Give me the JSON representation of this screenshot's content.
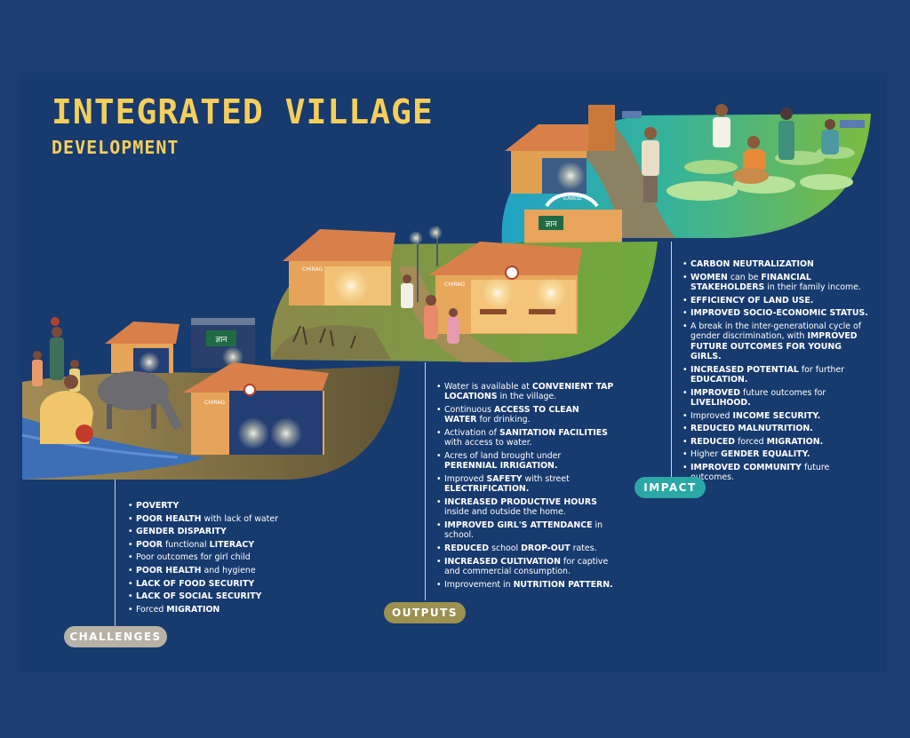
{
  "title": {
    "line1": "INTEGRATED VILLAGE",
    "line2": "DEVELOPMENT"
  },
  "signs": {
    "school_board": "ज्ञान",
    "school_board_2": "ज्ञान",
    "house_sign_1": "CHIRAG",
    "house_sign_2": "CHIRAG",
    "house_sign_3": "CHIRAG",
    "arch_sign": "SUNRISE"
  },
  "challenges": {
    "label": "CHALLENGES",
    "items": [
      {
        "bold": "POVERTY",
        "rest": ""
      },
      {
        "bold": "POOR HEALTH",
        "rest": " with lack of water"
      },
      {
        "bold": "GENDER DISPARITY",
        "rest": ""
      },
      {
        "bold": "POOR",
        "rest": " functional ",
        "bold2": "LITERACY"
      },
      {
        "bold": "",
        "rest": "Poor outcomes for girl child"
      },
      {
        "bold": "POOR HEALTH",
        "rest": " and hygiene"
      },
      {
        "bold": "LACK OF FOOD SECURITY",
        "rest": ""
      },
      {
        "bold": "LACK OF SOCIAL SECURITY",
        "rest": ""
      },
      {
        "bold": "",
        "rest": "Forced ",
        "bold2": "MIGRATION"
      }
    ]
  },
  "outputs": {
    "label": "OUTPUTS",
    "items": [
      {
        "pre": "Water is available at ",
        "bold": "CONVENIENT TAP LOCATIONS",
        "post": " in the village."
      },
      {
        "pre": "Continuous ",
        "bold": "ACCESS TO CLEAN WATER",
        "post": " for drinking."
      },
      {
        "pre": "Activation of ",
        "bold": "SANITATION FACILITIES",
        "post": " with access to water."
      },
      {
        "pre": "Acres of land brought under ",
        "bold": "PERENNIAL IRRIGATION.",
        "post": ""
      },
      {
        "pre": "Improved ",
        "bold": "SAFETY",
        "post": " with street ",
        "bold2": "ELECTRIFICATION."
      },
      {
        "pre": "",
        "bold": "INCREASED PRODUCTIVE HOURS",
        "post": " inside and outside the home."
      },
      {
        "pre": "",
        "bold": "IMPROVED GIRL'S ATTENDANCE",
        "post": " in school."
      },
      {
        "pre": "",
        "bold": "REDUCED",
        "post": " school ",
        "bold2": "DROP-OUT",
        "post2": " rates."
      },
      {
        "pre": "",
        "bold": "INCREASED CULTIVATION",
        "post": " for captive and commercial consumption."
      },
      {
        "pre": "Improvement in ",
        "bold": "NUTRITION PATTERN.",
        "post": ""
      }
    ]
  },
  "impact": {
    "label": "IMPACT",
    "items": [
      {
        "pre": "",
        "bold": "CARBON NEUTRALIZATION",
        "post": ""
      },
      {
        "pre": "",
        "bold": "WOMEN",
        "post": " can be ",
        "bold2": "FINANCIAL STAKEHOLDERS",
        "post2": " in their family income."
      },
      {
        "pre": "",
        "bold": "EFFICIENCY OF LAND USE.",
        "post": ""
      },
      {
        "pre": "",
        "bold": "IMPROVED SOCIO-ECONOMIC STATUS.",
        "post": ""
      },
      {
        "pre": "A break in the inter-generational cycle of gender discrimination, with ",
        "bold": "IMPROVED FUTURE OUTCOMES FOR YOUNG GIRLS.",
        "post": ""
      },
      {
        "pre": "",
        "bold": "INCREASED POTENTIAL",
        "post": " for further ",
        "bold2": "EDUCATION."
      },
      {
        "pre": "",
        "bold": "IMPROVED",
        "post": " future outcomes for ",
        "bold2": "LIVELIHOOD."
      },
      {
        "pre": "Improved ",
        "bold": "INCOME SECURITY.",
        "post": ""
      },
      {
        "pre": "",
        "bold": "REDUCED MALNUTRITION.",
        "post": ""
      },
      {
        "pre": "",
        "bold": "REDUCED",
        "post": " forced ",
        "bold2": "MIGRATION."
      },
      {
        "pre": "Higher ",
        "bold": "GENDER EQUALITY.",
        "post": ""
      },
      {
        "pre": "",
        "bold": "IMPROVED COMMUNITY",
        "post": " future outcomes."
      }
    ]
  },
  "colors": {
    "background": "#1b3d74",
    "title": "#f5cf5b",
    "challenges_pill": "#b8b2a6",
    "outputs_pill": "#9c9150",
    "impact_pill": "#2ba8a5",
    "leaf_challenges": "#8a7d5c",
    "leaf_outputs": "#7aa048",
    "leaf_impact": "#3cb6a4"
  }
}
